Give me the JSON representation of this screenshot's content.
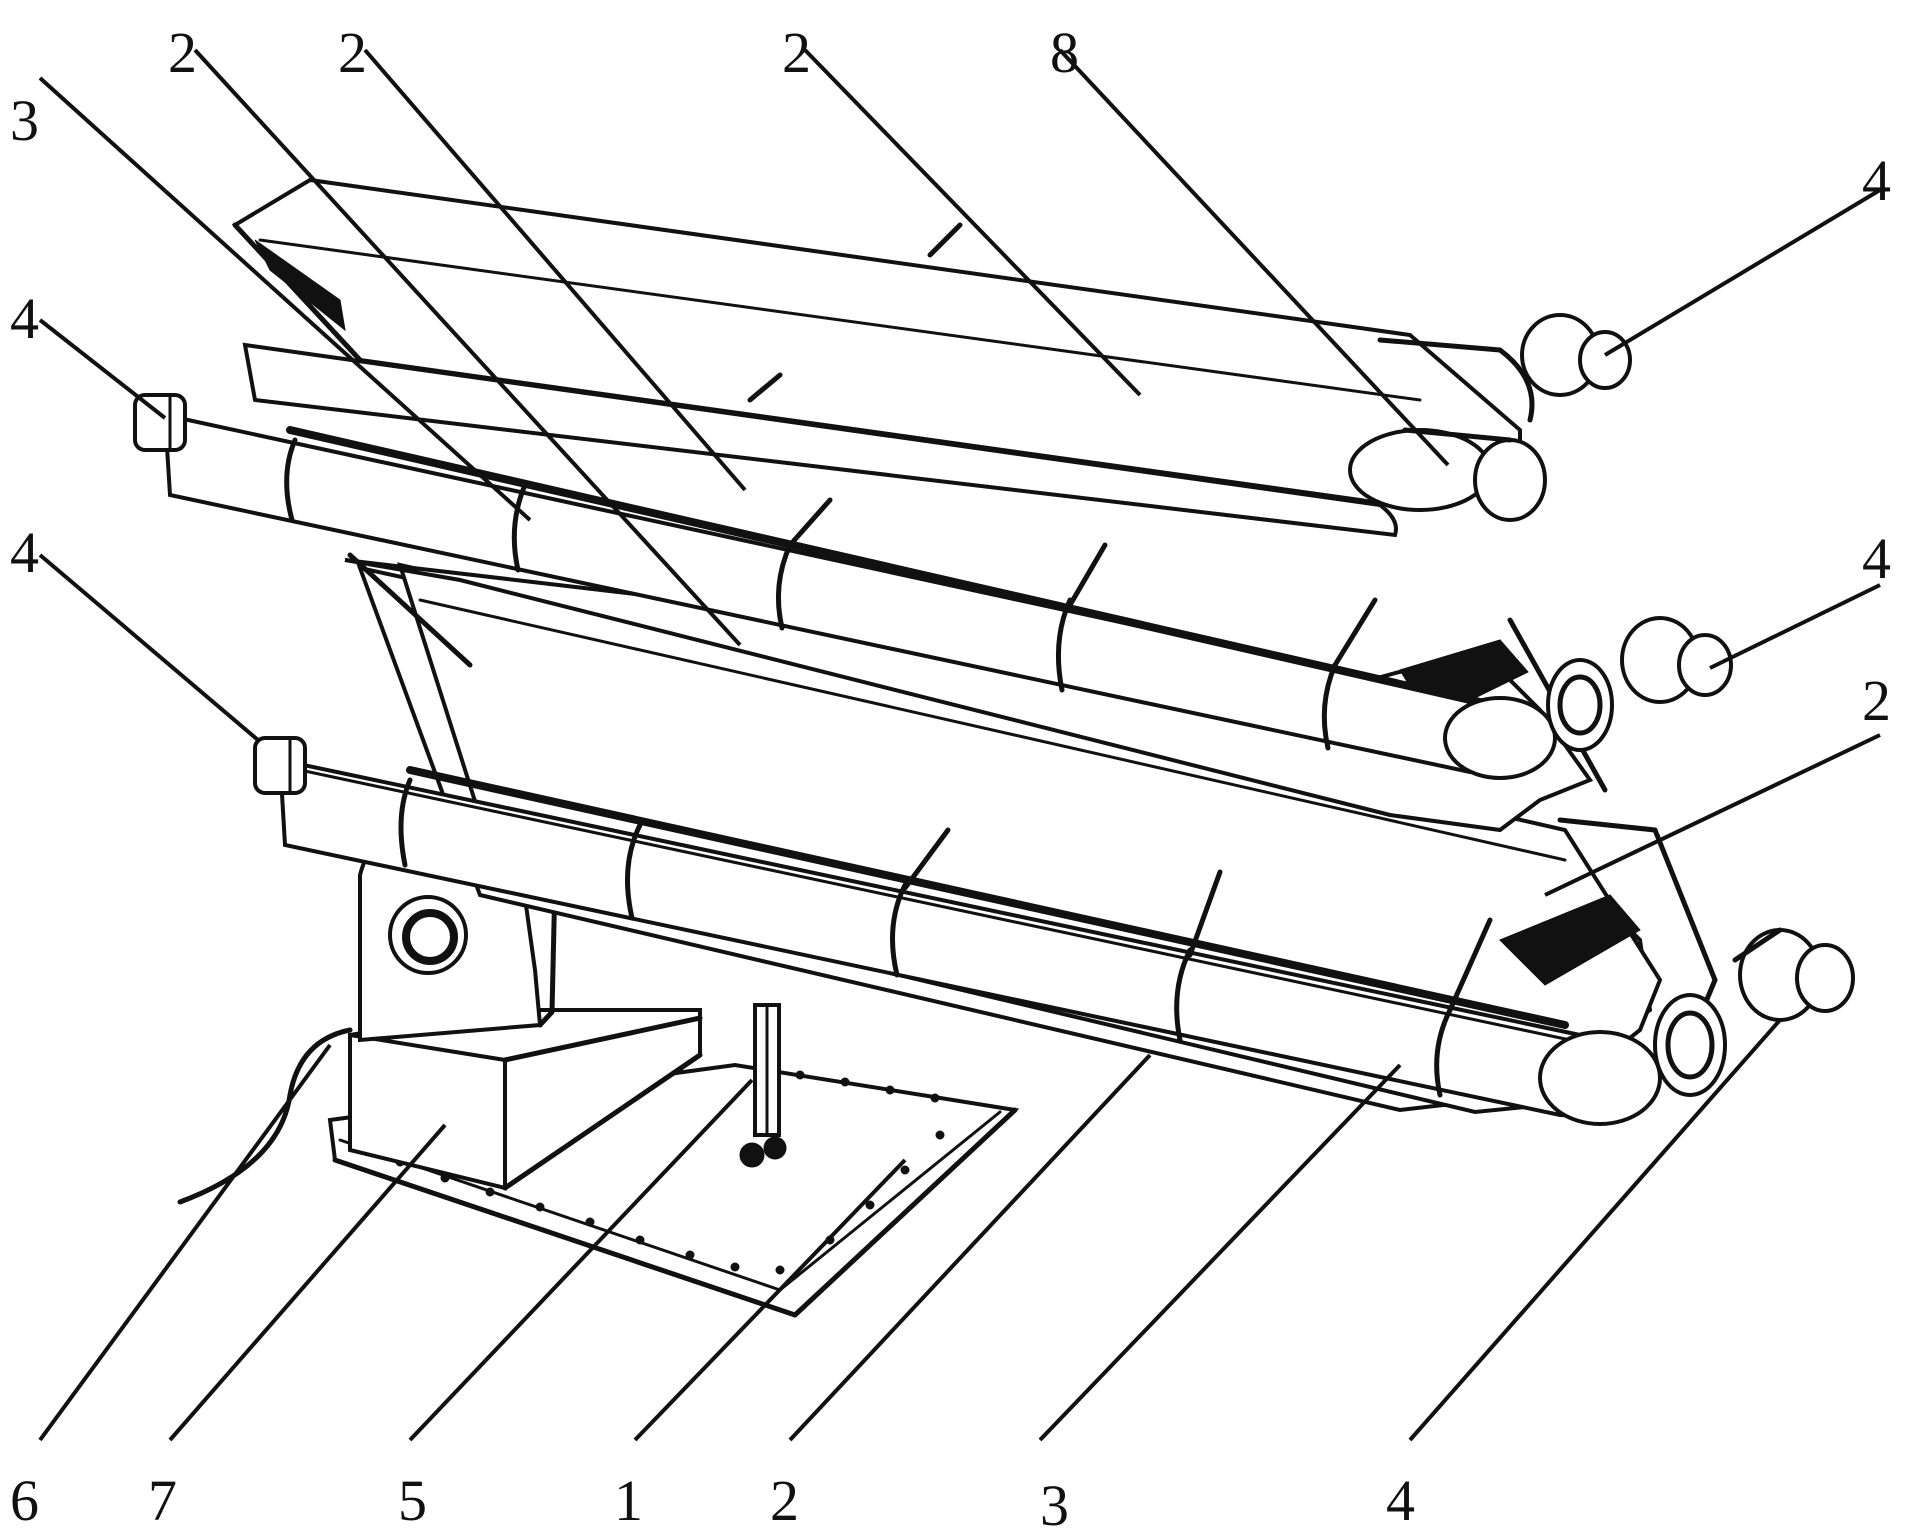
{
  "labels": {
    "l2_top_a": "2",
    "l2_top_b": "2",
    "l2_top_c": "2",
    "l8_top": "8",
    "l3_top": "3",
    "l4_top_right": "4",
    "l4_left_upper": "4",
    "l4_right_mid": "4",
    "l4_left_lower": "4",
    "l2_right": "2",
    "l6_bottom": "6",
    "l7_bottom": "7",
    "l5_bottom": "5",
    "l1_bottom": "1",
    "l2_bottom": "2",
    "l3_bottom": "3",
    "l4_bottom": "4"
  },
  "colors": {
    "ink": "#111111",
    "paper": "#ffffff"
  }
}
